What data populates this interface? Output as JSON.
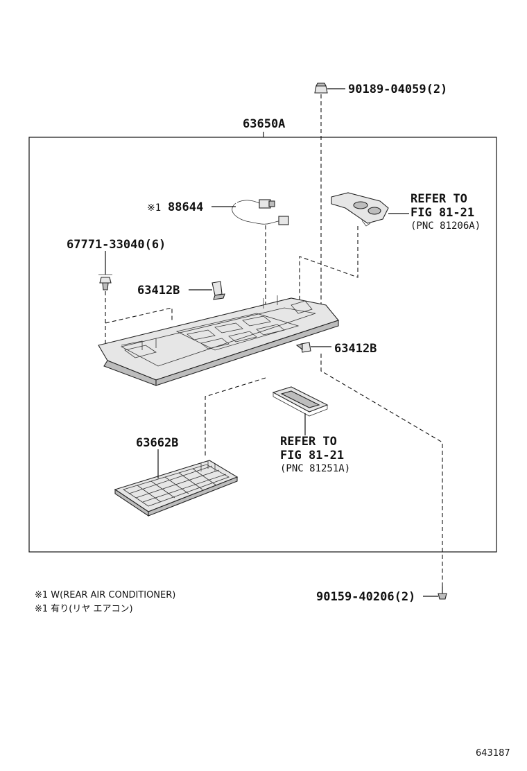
{
  "parts": {
    "assembly": "63650A",
    "clip_top": "90189-04059(2)",
    "wire": "88644",
    "wire_mark": "※1",
    "refer_upper": [
      "REFER TO",
      "FIG 81-21",
      "(PNC 81206A)"
    ],
    "clip_left": "67771-33040(6)",
    "bracket_left": "63412B",
    "bracket_right": "63412B",
    "refer_lower": [
      "REFER TO",
      "FIG 81-21",
      "(PNC 81251A)"
    ],
    "lid": "63662B",
    "screw": "90159-40206(2)"
  },
  "notes": [
    "※1  W(REAR AIR CONDITIONER)",
    "※1  有り(リヤ  エアコン)"
  ],
  "figure_id": "643187"
}
